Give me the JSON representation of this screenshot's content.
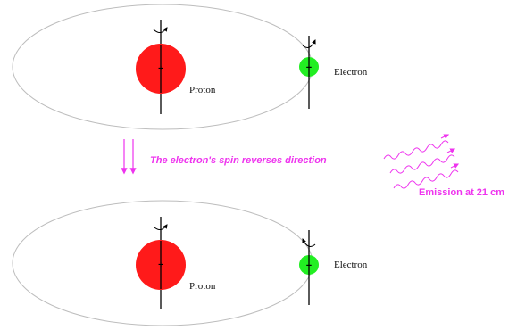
{
  "colors": {
    "orbit": "#bdbdbd",
    "proton": "#ff1a1a",
    "electron": "#22ee22",
    "axis": "#000000",
    "accent": "#ee33ee"
  },
  "top_state": {
    "proton_label": "Proton",
    "proton_sign": "+",
    "electron_label": "Electron",
    "electron_sign": "−"
  },
  "bottom_state": {
    "proton_label": "Proton",
    "proton_sign": "+",
    "electron_label": "Electron",
    "electron_sign": "−"
  },
  "transition_text": "The electron's spin reverses direction",
  "emission_text": "Emission at 21 cm"
}
